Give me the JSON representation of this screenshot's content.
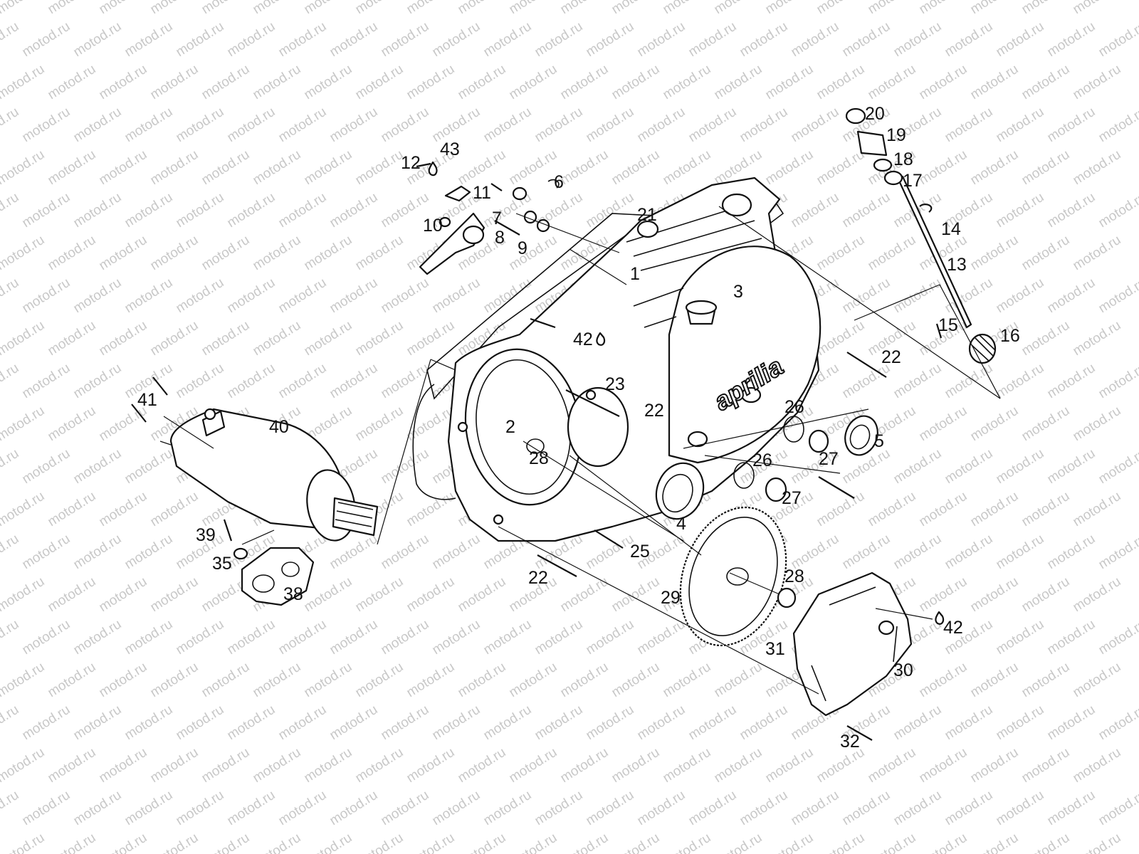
{
  "watermark": "motod.ru",
  "brand_logo": "aprilia",
  "callouts": {
    "c1": "1",
    "c2": "2",
    "c3": "3",
    "c4": "4",
    "c5": "5",
    "c6": "6",
    "c7": "7",
    "c8": "8",
    "c9": "9",
    "c10": "10",
    "c11": "11",
    "c12": "12",
    "c13": "13",
    "c14": "14",
    "c15": "15",
    "c16": "16",
    "c17": "17",
    "c18": "18",
    "c19": "19",
    "c20": "20",
    "c21": "21",
    "c22": "22",
    "c23": "23",
    "c25": "25",
    "c26": "26",
    "c27": "27",
    "c28": "28",
    "c29": "29",
    "c30": "30",
    "c31": "31",
    "c32": "32",
    "c35": "35",
    "c38": "38",
    "c39": "39",
    "c40": "40",
    "c41": "41",
    "c42": "42",
    "c43": "43"
  }
}
